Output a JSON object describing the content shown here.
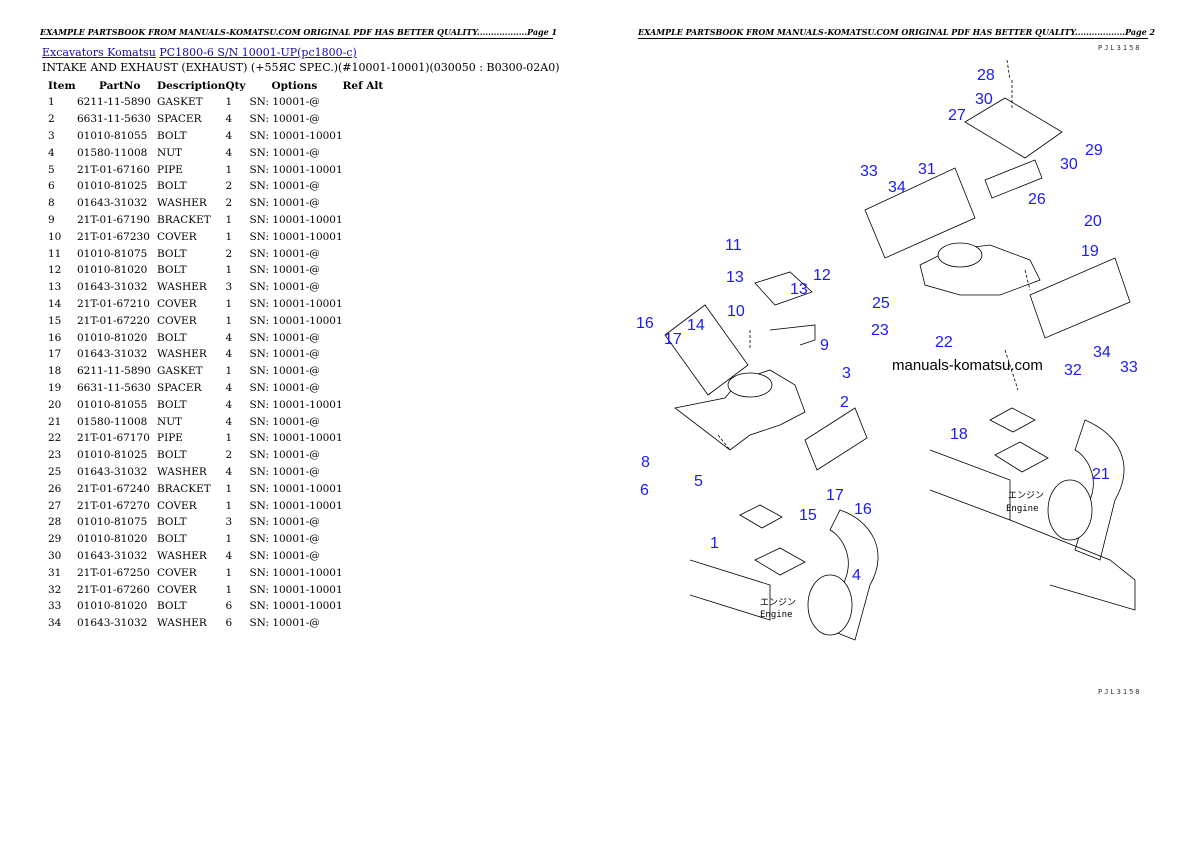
{
  "header": {
    "page1": "EXAMPLE PARTSBOOK FROM MANUALS-KOMATSU.COM ORIGINAL PDF HAS BETTER QUALITY..................Page 1",
    "page2": "EXAMPLE PARTSBOOK FROM MANUALS-KOMATSU.COM ORIGINAL PDF HAS BETTER QUALITY..................Page 2"
  },
  "breadcrumb": {
    "link1": "Excavators Komatsu",
    "link2": "PC1800-6 S/N 10001-UP(pc1800-c)"
  },
  "section_title": "INTAKE AND EXHAUST (EXHAUST) (+55ЯC SPEC.)(#10001-10001)(030050 : B0300-02A0)",
  "table": {
    "headers": [
      "Item",
      "PartNo",
      "Description",
      "Qty",
      "Options",
      "Ref Alt"
    ],
    "rows": [
      [
        "1",
        "6211-11-5890",
        "GASKET",
        "1",
        "SN: 10001-@"
      ],
      [
        "2",
        "6631-11-5630",
        "SPACER",
        "4",
        "SN: 10001-@"
      ],
      [
        "3",
        "01010-81055",
        "BOLT",
        "4",
        "SN: 10001-10001"
      ],
      [
        "4",
        "01580-11008",
        "NUT",
        "4",
        "SN: 10001-@"
      ],
      [
        "5",
        "21T-01-67160",
        "PIPE",
        "1",
        "SN: 10001-10001"
      ],
      [
        "6",
        "01010-81025",
        "BOLT",
        "2",
        "SN: 10001-@"
      ],
      [
        "8",
        "01643-31032",
        "WASHER",
        "2",
        "SN: 10001-@"
      ],
      [
        "9",
        "21T-01-67190",
        "BRACKET",
        "1",
        "SN: 10001-10001"
      ],
      [
        "10",
        "21T-01-67230",
        "COVER",
        "1",
        "SN: 10001-10001"
      ],
      [
        "11",
        "01010-81075",
        "BOLT",
        "2",
        "SN: 10001-@"
      ],
      [
        "12",
        "01010-81020",
        "BOLT",
        "1",
        "SN: 10001-@"
      ],
      [
        "13",
        "01643-31032",
        "WASHER",
        "3",
        "SN: 10001-@"
      ],
      [
        "14",
        "21T-01-67210",
        "COVER",
        "1",
        "SN: 10001-10001"
      ],
      [
        "15",
        "21T-01-67220",
        "COVER",
        "1",
        "SN: 10001-10001"
      ],
      [
        "16",
        "01010-81020",
        "BOLT",
        "4",
        "SN: 10001-@"
      ],
      [
        "17",
        "01643-31032",
        "WASHER",
        "4",
        "SN: 10001-@"
      ],
      [
        "18",
        "6211-11-5890",
        "GASKET",
        "1",
        "SN: 10001-@"
      ],
      [
        "19",
        "6631-11-5630",
        "SPACER",
        "4",
        "SN: 10001-@"
      ],
      [
        "20",
        "01010-81055",
        "BOLT",
        "4",
        "SN: 10001-10001"
      ],
      [
        "21",
        "01580-11008",
        "NUT",
        "4",
        "SN: 10001-@"
      ],
      [
        "22",
        "21T-01-67170",
        "PIPE",
        "1",
        "SN: 10001-10001"
      ],
      [
        "23",
        "01010-81025",
        "BOLT",
        "2",
        "SN: 10001-@"
      ],
      [
        "25",
        "01643-31032",
        "WASHER",
        "4",
        "SN: 10001-@"
      ],
      [
        "26",
        "21T-01-67240",
        "BRACKET",
        "1",
        "SN: 10001-10001"
      ],
      [
        "27",
        "21T-01-67270",
        "COVER",
        "1",
        "SN: 10001-10001"
      ],
      [
        "28",
        "01010-81075",
        "BOLT",
        "3",
        "SN: 10001-@"
      ],
      [
        "29",
        "01010-81020",
        "BOLT",
        "1",
        "SN: 10001-@"
      ],
      [
        "30",
        "01643-31032",
        "WASHER",
        "4",
        "SN: 10001-@"
      ],
      [
        "31",
        "21T-01-67250",
        "COVER",
        "1",
        "SN: 10001-10001"
      ],
      [
        "32",
        "21T-01-67260",
        "COVER",
        "1",
        "SN: 10001-10001"
      ],
      [
        "33",
        "01010-81020",
        "BOLT",
        "6",
        "SN: 10001-10001"
      ],
      [
        "34",
        "01643-31032",
        "WASHER",
        "6",
        "SN: 10001-@"
      ]
    ]
  },
  "diagram": {
    "watermark": "manuals-komatsu.com",
    "engine_jp": "エンジン",
    "engine_en": "Engine",
    "code_top": "PJL3158",
    "code_bottom": "PJL3158",
    "label_color": "#1a1aff",
    "callouts": [
      "28",
      "30",
      "27",
      "29",
      "30",
      "33",
      "34",
      "31",
      "26",
      "20",
      "19",
      "11",
      "13",
      "12",
      "13",
      "10",
      "25",
      "23",
      "22",
      "16",
      "17",
      "14",
      "9",
      "3",
      "2",
      "34",
      "33",
      "32",
      "18",
      "8",
      "6",
      "5",
      "17",
      "16",
      "15",
      "21",
      "1",
      "4"
    ]
  }
}
